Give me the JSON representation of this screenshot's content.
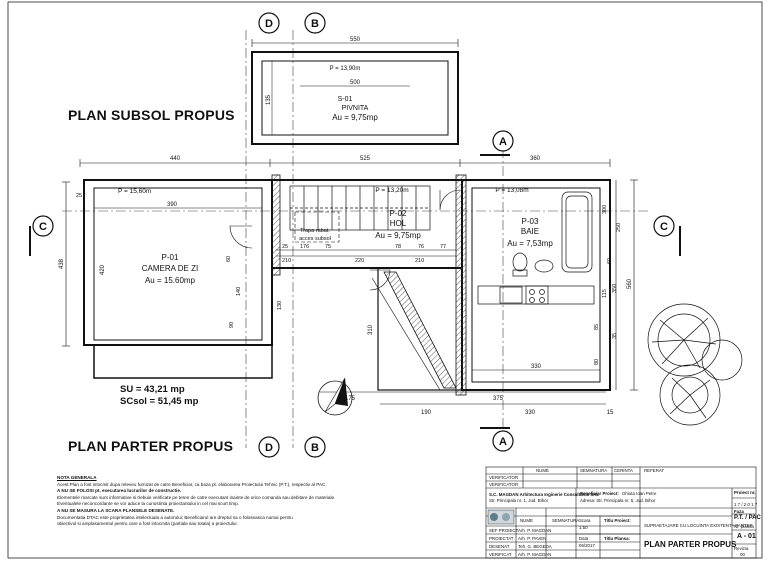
{
  "titles": {
    "basement": "PLAN SUBSOL PROPUS",
    "ground": "PLAN PARTER PROPUS"
  },
  "axes": {
    "top": [
      "D",
      "B"
    ],
    "bottom": [
      "D",
      "B"
    ],
    "left": "C",
    "right": "C",
    "top_section": "A",
    "bottom_section": "A"
  },
  "rooms": {
    "s01": {
      "perimeter": "P = 13,90m",
      "code": "S-01",
      "name": "PIVNITA",
      "area": "Au = 9,75mp"
    },
    "p01": {
      "perimeter": "P = 15,60m",
      "code": "P-01",
      "name": "CAMERA DE ZI",
      "area": "Au = 15.60mp"
    },
    "p02": {
      "perimeter": "P = 13,20m",
      "code": "P-02",
      "name": "HOL",
      "area": "Au = 9,75mp"
    },
    "p03": {
      "perimeter": "P = 13,08m",
      "code": "P-03",
      "name": "BAIE",
      "area": "Au = 7,53mp"
    },
    "stairs_note_1": "Trapa rabat.",
    "stairs_note_2": "acces subsol"
  },
  "dimensions": {
    "basement_width": "550",
    "basement_inner": "500",
    "basement_height": "135",
    "top_left": "440",
    "top_mid": "525",
    "top_right": "360",
    "left_height": "438",
    "right_height": "560",
    "bottom_a": "175",
    "bottom_b": "375",
    "bottom_c": "190",
    "bottom_d": "330",
    "bottom_e": "15",
    "inner_390": "390",
    "inner_420": "420",
    "inner_330": "330",
    "inner_310": "310",
    "misc": [
      "25",
      "210",
      "176",
      "75",
      "25",
      "78",
      "76",
      "77",
      "210",
      "220",
      "60",
      "140",
      "90",
      "130",
      "350",
      "115",
      "250",
      "300",
      "60",
      "85",
      "35",
      "80"
    ]
  },
  "summary": {
    "su": "SU = 43,21 mp",
    "scsol": "SCsol = 51,45 mp"
  },
  "notes": {
    "heading": "NOTA GENERALA",
    "lines": [
      "Acest Plan a fost intocmit dupa releveu furnizat de catre Beneficiar, ca baza pt. elaborarea Proiectului Tehnic (P.T.), respectiv al PAC.",
      "A NU SE FOLOSI pt. executarea lucrarilor de constructie.",
      "Elementele marcate sunt informative si trebuie verificate pe teren de catre executant inainte de orice comanda sau debitare de materiale.",
      "Eventualele neconcordante se vor aduce la cunostinta proiectantului in cel mai scurt timp.",
      "A NU SE MASURA LA SCARA PLANSELE DESENATE.",
      "Documentatia DTAC este proprietatea intelectuala a autorului; Beneficiarul are dreptul sa o foloseasca numai pentru",
      "obiectivul si amplasamentul pentru care a fost intocmita (partiala sau totala) a proiectului."
    ]
  },
  "titleblock": {
    "col_headers": [
      "NUME",
      "SEMNATURA",
      "CERINTA",
      "REFERAT"
    ],
    "rows": [
      "VERIFICATOR",
      "VERIFICATOR"
    ],
    "firm": "S.C. MAGDAN Arhitectura Inginerie Consultanta SRL",
    "firm_sub": "Str. Principala nr. 1, Jud. Bihor",
    "beneficiary_label": "Beneficiar Proiect:",
    "beneficiary": "Ghiuta Ioan Petre",
    "address": "Adresa: Str. Principala nr. 5, Jud. Bihor",
    "project_label": "Proiect nr.",
    "project_no": "1 7 / 2 0 1 7",
    "roles": [
      "SEF PROIECT",
      "PROIECTAT",
      "DESENAT",
      "VERIFICAT"
    ],
    "role_names": [
      "Arh. P. MAGDAN",
      "Arh. P. PAVEN",
      "Teh. G. BEGEDA",
      "Arh. P. MAGDAN"
    ],
    "nume_header": "NUME",
    "semn_header": "SEMNATURA",
    "scale_label": "Scara",
    "scale": "1:50",
    "date_label": "Data",
    "date": "06/2017",
    "title_label": "Titlu Proiect:",
    "title_value": "SUPRAETAJARE CU LOCUINTA EXISTENTA PARTER",
    "sheet_title_label": "Titlu Plansa:",
    "sheet_title": "PLAN PARTER PROPUS",
    "phase_label": "Faza",
    "phase": "P.T. / PAC",
    "sheet_no_label": "Nr. plansa",
    "sheet_no": "A - 01",
    "revision_label": "Revizia",
    "revision": "00"
  }
}
